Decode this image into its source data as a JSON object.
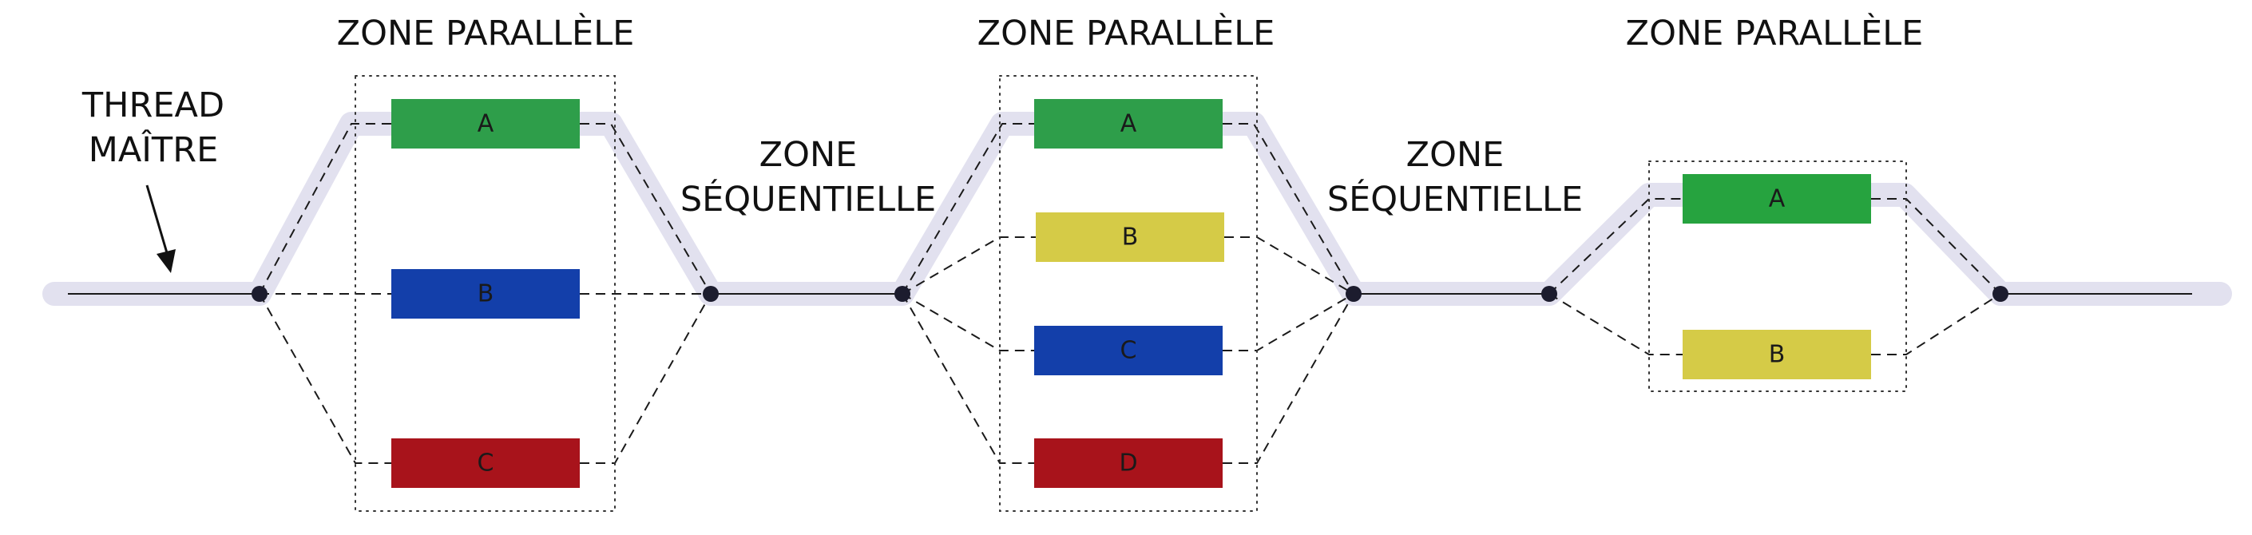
{
  "master_label": [
    "THREAD",
    "MAÎTRE"
  ],
  "sequential_label": [
    "ZONE",
    "SÉQUENTIELLE"
  ],
  "parallel_zones": [
    {
      "title": "ZONE PARALLÈLE",
      "tasks": [
        {
          "label": "A",
          "color": "#2e9e4a"
        },
        {
          "label": "B",
          "color": "#133faa"
        },
        {
          "label": "C",
          "color": "#a8131b"
        }
      ]
    },
    {
      "title": "ZONE PARALLÈLE",
      "tasks": [
        {
          "label": "A",
          "color": "#2e9e4a"
        },
        {
          "label": "B",
          "color": "#d5cb47"
        },
        {
          "label": "C",
          "color": "#133faa"
        },
        {
          "label": "D",
          "color": "#a8131b"
        }
      ]
    },
    {
      "title": "ZONE PARALLÈLE",
      "tasks": [
        {
          "label": "A",
          "color": "#26a33f"
        },
        {
          "label": "B",
          "color": "#d5cb47"
        }
      ]
    }
  ],
  "colors": {
    "halo": "#e2e1ef",
    "line": "#1a1a1a",
    "node": "#1c1c2e"
  }
}
